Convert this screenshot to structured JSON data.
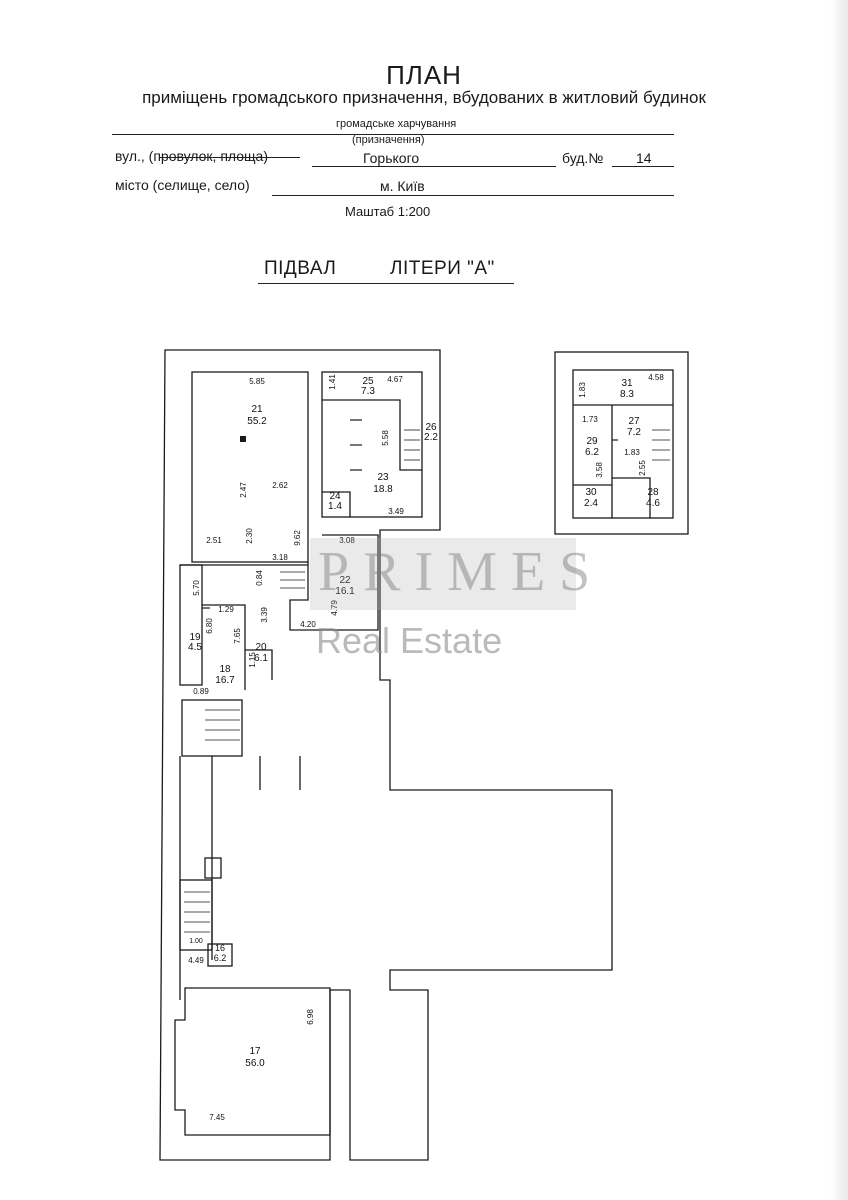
{
  "header": {
    "title": "ПЛАН",
    "subtitle": "приміщень громадського призначення, вбудованих в житловий будинок",
    "purpose_value": "громадське харчування",
    "purpose_caption": "(призначення)",
    "street_label": "вул., (провулок, площа)",
    "street_value": "Горького",
    "building_label": "буд.№",
    "building_value": "14",
    "city_label": "місто (селище, село)",
    "city_value": "м. Київ",
    "scale": "Маштаб 1:200"
  },
  "section": {
    "floor": "ПІДВАЛ",
    "letter": "ЛІТЕРИ \"А\""
  },
  "watermark": {
    "brand": "PRIMES",
    "sub": "Real Estate"
  },
  "rooms": [
    {
      "id": "21",
      "area": "55.2"
    },
    {
      "id": "25",
      "area": "7.3"
    },
    {
      "id": "26",
      "area": "2.2"
    },
    {
      "id": "23",
      "area": "18.8"
    },
    {
      "id": "24",
      "area": "1.4"
    },
    {
      "id": "22",
      "area": "16.1"
    },
    {
      "id": "19",
      "area": "4.5"
    },
    {
      "id": "20",
      "area": "6.1"
    },
    {
      "id": "18",
      "area": "16.7"
    },
    {
      "id": "16",
      "area": "6.2"
    },
    {
      "id": "17",
      "area": "56.0"
    },
    {
      "id": "31",
      "area": "8.3"
    },
    {
      "id": "27",
      "area": "7.2"
    },
    {
      "id": "29",
      "area": "6.2"
    },
    {
      "id": "30",
      "area": "2.4"
    },
    {
      "id": "28",
      "area": "4.6"
    }
  ],
  "dimensions": {
    "d585": "5.85",
    "d262": "2.62",
    "d247": "2.47",
    "d251": "2.51",
    "d230": "2.30",
    "d141": "1.41",
    "d467": "4.67",
    "d558": "5.58",
    "d349": "3.49",
    "d962": "9.62",
    "d318": "3.18",
    "d308": "3.08",
    "d084": "0.84",
    "d570": "5.70",
    "d680": "6.80",
    "d129": "1.29",
    "d765": "7.65",
    "d339": "3.39",
    "d420": "4.20",
    "d479": "4.79",
    "d115": "1.15",
    "d089": "0.89",
    "d449": "4.49",
    "d698": "6.98",
    "d745": "7.45",
    "d183a": "1.83",
    "d458": "4.58",
    "d173": "1.73",
    "d183b": "1.83",
    "d358": "3.58",
    "d255": "2.55",
    "d100": "1.00"
  }
}
